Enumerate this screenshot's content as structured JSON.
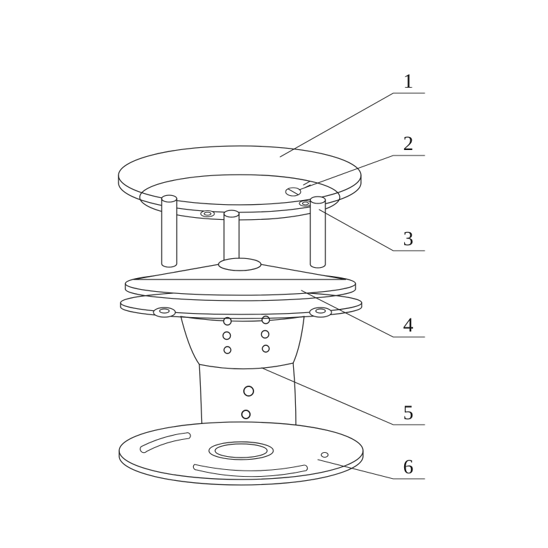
{
  "figure": {
    "callouts": [
      {
        "number": "1",
        "target": "top-cap"
      },
      {
        "number": "2",
        "target": "fastener-screw"
      },
      {
        "number": "3",
        "target": "support-post"
      },
      {
        "number": "4",
        "target": "reflector-plate"
      },
      {
        "number": "5",
        "target": "sensor-body"
      },
      {
        "number": "6",
        "target": "mounting-flange"
      }
    ]
  }
}
